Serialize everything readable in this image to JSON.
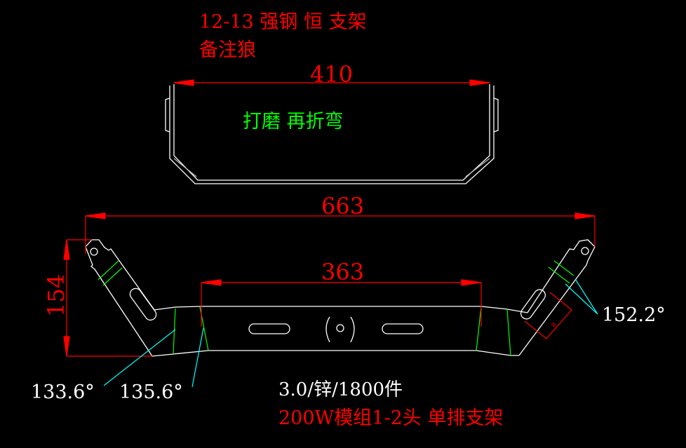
{
  "notes": {
    "title_line1": "12-13 强钢 恒 支架",
    "title_line2": "备注狼",
    "process": "打磨 再折弯",
    "spec": "3.0/锌/1800件",
    "product": "200W模组1-2头 单排支架"
  },
  "dimensions": {
    "top_width": "410",
    "overall_width": "663",
    "inner_width": "363",
    "height": "154",
    "slot_small": "8"
  },
  "angles": {
    "left_outer": "133.6°",
    "left_inner": "135.6°",
    "right": "152.2°"
  },
  "colors": {
    "outline": "#ffffff",
    "dimension": "#ff0000",
    "bend": "#00ff00",
    "leader": "#00ffff"
  }
}
